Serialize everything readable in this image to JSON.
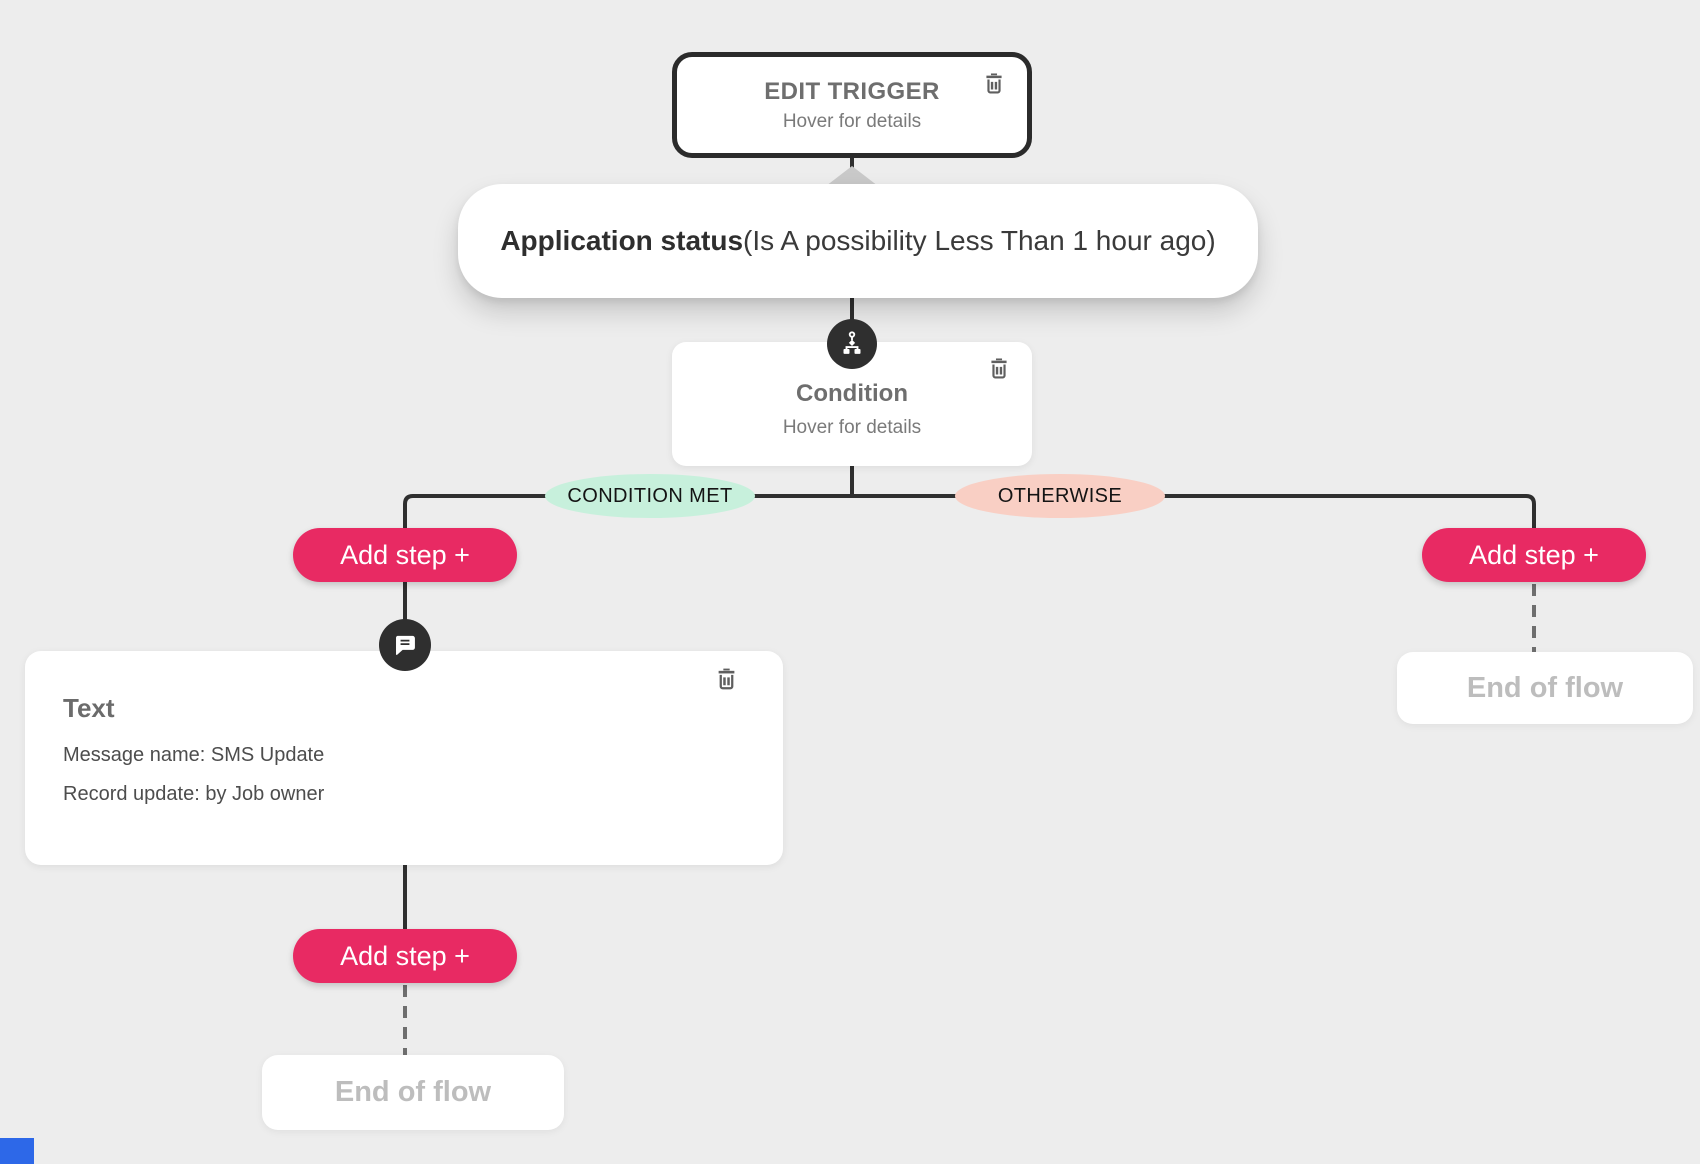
{
  "app": {
    "background_color": "#EDEDED",
    "line_color": "#2F2F2F",
    "dashed_line_color": "#6E6E6E",
    "accent_pink": "#E82A63"
  },
  "trigger": {
    "title": "EDIT TRIGGER",
    "subtitle": "Hover for details"
  },
  "status_pill": {
    "name_bold": "Application status",
    "detail": " (Is A possibility Less Than 1 hour ago)"
  },
  "condition": {
    "title": "Condition",
    "subtitle": "Hover for details",
    "badge_icon": "sitemap-icon"
  },
  "branch_labels": {
    "met": {
      "label": "CONDITION MET",
      "color": "#C7F0DC"
    },
    "otherwise": {
      "label": "OTHERWISE",
      "color": "#F9CFC4"
    }
  },
  "labels": {
    "add_step": "Add step +",
    "end_of_flow": "End of flow"
  },
  "text_step": {
    "badge_icon": "chat-message-icon",
    "title": "Text",
    "message_name": "Message name: SMS Update",
    "record_update": "Record update: by Job owner"
  },
  "icons": {
    "delete": "trash-icon",
    "condition_node": "sitemap-icon",
    "text_node": "chat-message-icon",
    "collapse": "triangle-up-arrow"
  }
}
